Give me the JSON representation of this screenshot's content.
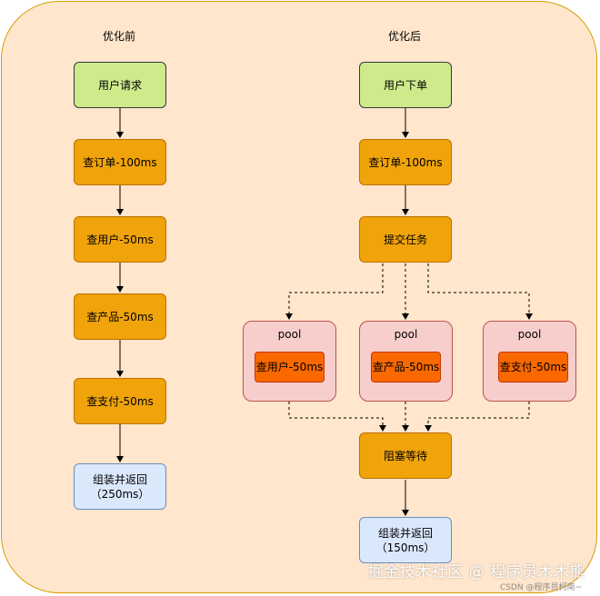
{
  "left": {
    "title": "优化前",
    "steps": [
      "用户请求",
      "查订单-100ms",
      "查用户-50ms",
      "查产品-50ms",
      "查支付-50ms"
    ],
    "result": [
      "组装并返回",
      "（250ms）"
    ]
  },
  "right": {
    "title": "优化后",
    "steps": [
      "用户下单",
      "查订单-100ms",
      "提交任务"
    ],
    "pools": [
      {
        "label": "pool",
        "task": "查用户-50ms"
      },
      {
        "label": "pool",
        "task": "查产品-50ms"
      },
      {
        "label": "pool",
        "task": "查支付-50ms"
      }
    ],
    "wait": "阻塞等待",
    "result": [
      "组装并返回",
      "（150ms）"
    ]
  },
  "watermark": {
    "main": "掘金技术社区 @ 程序员木木熊",
    "sub": "CSDN @程序员柯南~"
  },
  "colors": {
    "panel_fill": "#ffe6cc",
    "green": "#cdeb8b",
    "orange": "#f0a30a",
    "blue": "#dae8fc",
    "pink": "#f8cecc",
    "inner": "#fa6800"
  }
}
